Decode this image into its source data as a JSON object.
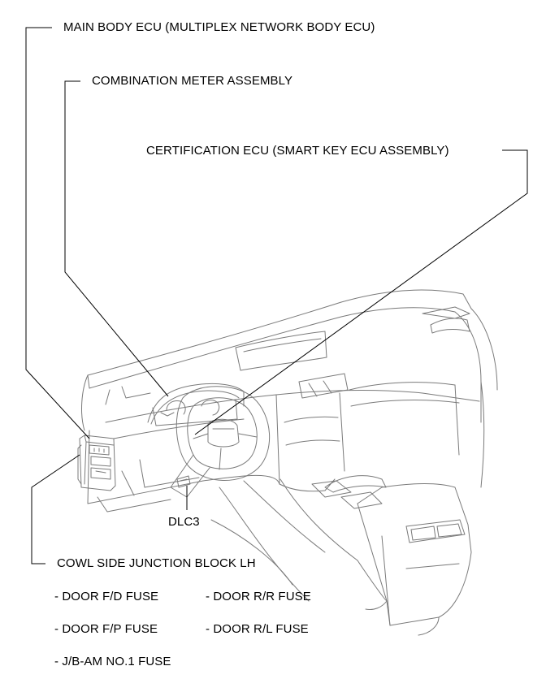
{
  "labels": {
    "main_body_ecu": "MAIN BODY ECU (MULTIPLEX NETWORK BODY ECU)",
    "combination_meter": "COMBINATION METER ASSEMBLY",
    "certification_ecu": "CERTIFICATION ECU (SMART KEY ECU ASSEMBLY)",
    "dlc3": "DLC3",
    "cowl_side_jb": "COWL SIDE JUNCTION BLOCK LH"
  },
  "fuses": [
    "- DOOR F/D FUSE",
    "- DOOR R/R FUSE",
    "- DOOR F/P FUSE",
    "- DOOR R/L FUSE",
    "- J/B-AM NO.1 FUSE"
  ],
  "colors": {
    "line": "#000000",
    "drawing": "#7a7a7a",
    "background": "#ffffff"
  }
}
